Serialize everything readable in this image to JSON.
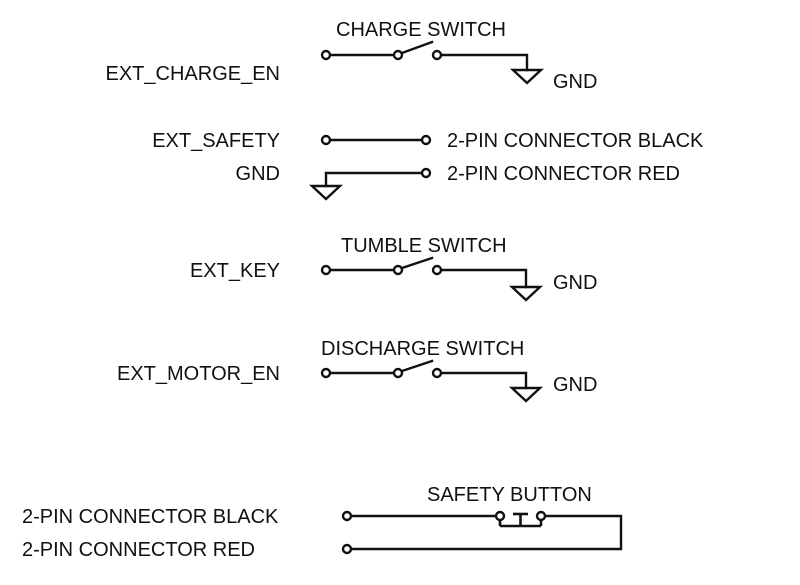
{
  "diagram": {
    "colors": {
      "ink": "#111111",
      "background": "#ffffff"
    },
    "charge_switch": {
      "signal": "EXT_CHARGE_EN",
      "switch_label": "CHARGE SWITCH",
      "ground_label": "GND",
      "symbol": "spst-switch-open"
    },
    "safety_connector": {
      "signal_1": "EXT_SAFETY",
      "signal_2": "GND",
      "pin_1_label": "2-PIN CONNECTOR BLACK",
      "pin_2_label": "2-PIN CONNECTOR RED"
    },
    "tumble_switch": {
      "signal": "EXT_KEY",
      "switch_label": "TUMBLE SWITCH",
      "ground_label": "GND",
      "symbol": "spst-switch-open"
    },
    "discharge_switch": {
      "signal": "EXT_MOTOR_EN",
      "switch_label": "DISCHARGE SWITCH",
      "ground_label": "GND",
      "symbol": "spst-switch-open"
    },
    "safety_button": {
      "button_label": "SAFETY BUTTON",
      "pin_1_label": "2-PIN CONNECTOR BLACK",
      "pin_2_label": "2-PIN CONNECTOR RED",
      "symbol": "push-button-normally-closed"
    }
  }
}
